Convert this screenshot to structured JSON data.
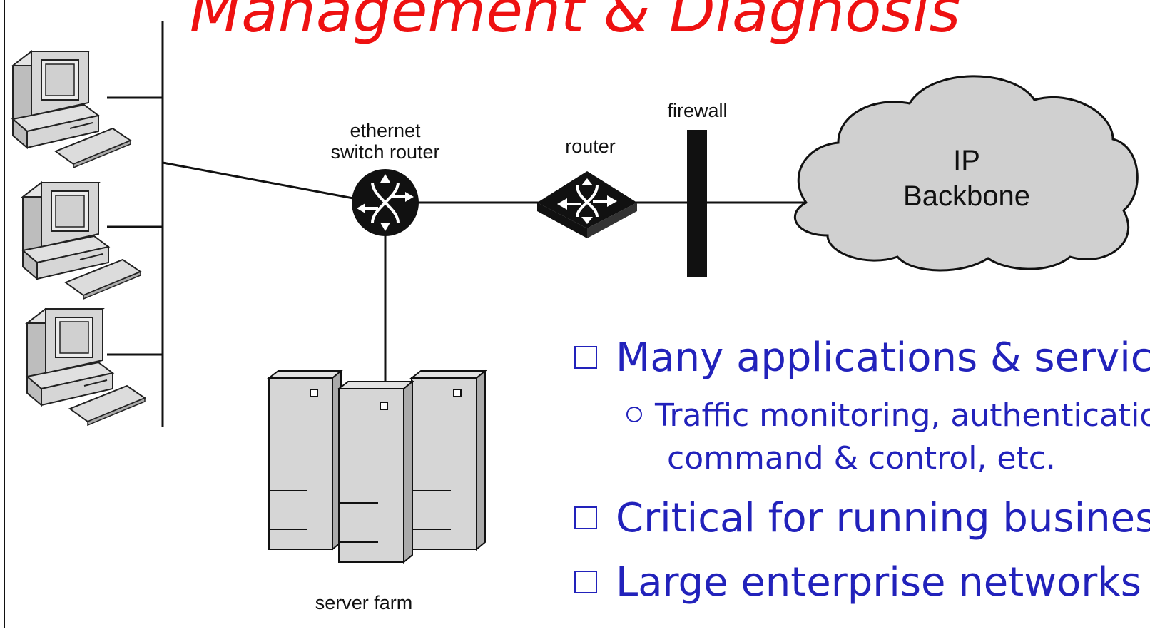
{
  "slide": {
    "title": "Management & Diagnosis"
  },
  "diagram": {
    "labels": {
      "ethernet_switch_router_line1": "ethernet",
      "ethernet_switch_router_line2": "switch router",
      "router": "router",
      "firewall": "firewall",
      "cloud_line1": "IP",
      "cloud_line2": "Backbone",
      "server_farm": "server farm"
    },
    "icons": [
      "desktop-computer-icon",
      "switch-router-icon",
      "router-icon",
      "firewall-icon",
      "cloud-icon",
      "server-tower-icon"
    ],
    "colors": {
      "cloud_fill": "#d0d0d0",
      "device_fill": "#d6d6d6",
      "title": "#ee1111",
      "bullets": "#2222bb"
    }
  },
  "bullets": [
    {
      "level": 1,
      "text": "Many applications & services"
    },
    {
      "level": 2,
      "text": "Traffic monitoring, authentication,"
    },
    {
      "level": 2,
      "text": "command & control, etc."
    },
    {
      "level": 1,
      "text": "Critical for running business"
    },
    {
      "level": 1,
      "text": "Large enterprise networks"
    }
  ]
}
